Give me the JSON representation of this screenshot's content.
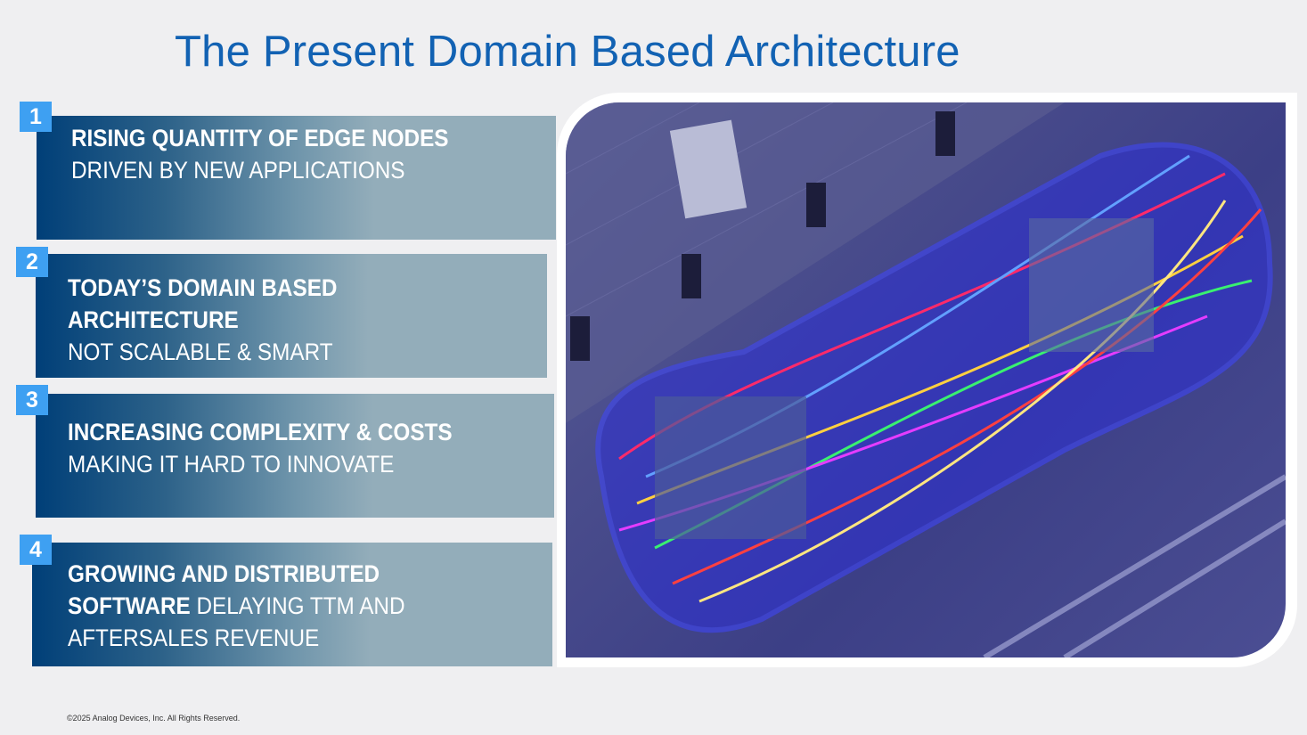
{
  "title": "The Present Domain Based Architecture",
  "items": [
    {
      "number": "1",
      "bold": "RISING QUANTITY OF EDGE NODES",
      "light": "DRIVEN BY NEW APPLICATIONS"
    },
    {
      "number": "2",
      "bold1": "TODAY’S DOMAIN BASED",
      "bold2": "ARCHITECTURE",
      "light": "NOT SCALABLE & SMART"
    },
    {
      "number": "3",
      "bold": "INCREASING COMPLEXITY & COSTS",
      "light": "MAKING IT HARD TO INNOVATE"
    },
    {
      "number": "4",
      "bold1": "GROWING AND DISTRIBUTED",
      "bold2": "SOFTWARE",
      "light2": " DELAYING TTM AND",
      "light3": "AFTERSALES REVENUE"
    }
  ],
  "footer": "©2025 Analog Devices, Inc. All Rights Reserved."
}
